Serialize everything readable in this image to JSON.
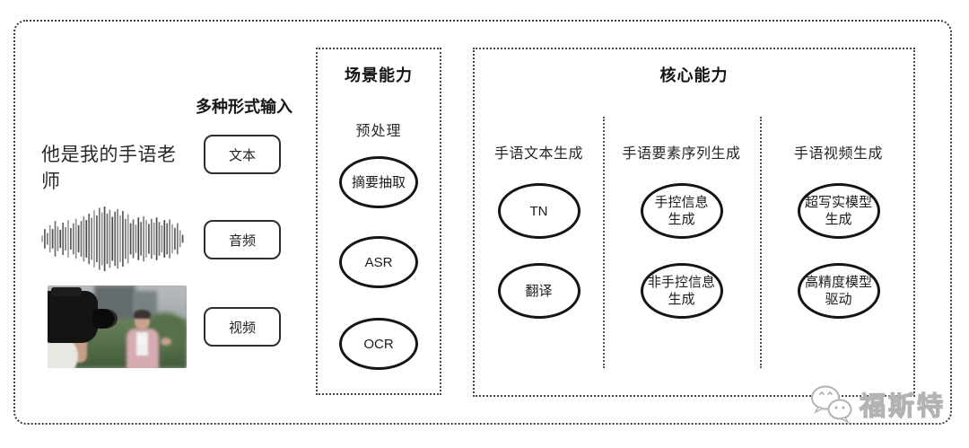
{
  "input_section": {
    "heading": "多种形式输入",
    "sample_text": "他是我的手语老师",
    "items": [
      {
        "label": "文本"
      },
      {
        "label": "音频"
      },
      {
        "label": "视频"
      }
    ],
    "icons": [
      "audio-waveform",
      "reporter-photo"
    ]
  },
  "scene_box": {
    "title": "场景能力",
    "subtitle": "预处理",
    "nodes": [
      "摘要抽取",
      "ASR",
      "OCR"
    ]
  },
  "core_box": {
    "title": "核心能力",
    "columns": [
      {
        "header": "手语文本生成",
        "nodes": [
          [
            "TN"
          ],
          [
            "翻译"
          ]
        ]
      },
      {
        "header": "手语要素序列生成",
        "nodes": [
          [
            "手控信息",
            "生成"
          ],
          [
            "非手控信息",
            "生成"
          ]
        ]
      },
      {
        "header": "手语视频生成",
        "nodes": [
          [
            "超写实模型",
            "生成"
          ],
          [
            "高精度模型",
            "驱动"
          ]
        ]
      }
    ]
  },
  "watermark": {
    "label": "福斯特",
    "icon": "wechat-icon"
  },
  "colors": {
    "frame_border": "#3a3a3a",
    "node_border": "#151515",
    "text": "#1f1f1f",
    "watermark": "#b3b3b3"
  }
}
